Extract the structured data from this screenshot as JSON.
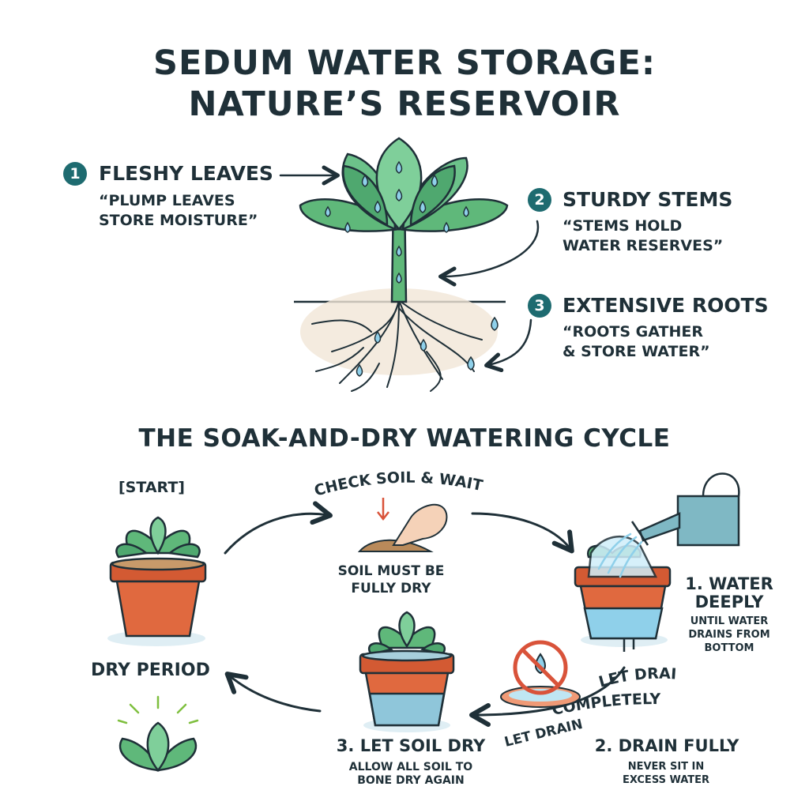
{
  "title": {
    "line1": "SEDUM WATER STORAGE:",
    "line2": "NATURE’S RESERVOIR"
  },
  "anatomy": {
    "items": [
      {
        "number": "1",
        "label": "FLESHY LEAVES",
        "quote": "“PLUMP LEAVES\nSTORE MOISTURE”"
      },
      {
        "number": "2",
        "label": "STURDY STEMS",
        "quote": "“STEMS HOLD\nWATER RESERVES”"
      },
      {
        "number": "3",
        "label": "EXTENSIVE ROOTS",
        "quote": "“ROOTS GATHER\n& STORE WATER”"
      }
    ]
  },
  "cycle": {
    "title": "THE SOAK-AND-DRY WATERING CYCLE",
    "start_label": "[START]",
    "check": {
      "title": "CHECK SOIL & WAIT",
      "note": "SOIL MUST BE\nFULLY DRY"
    },
    "water": {
      "title": "1. WATER\nDEEPLY",
      "note": "UNTIL WATER\nDRAINS FROM\nBOTTOM"
    },
    "drain": {
      "curve_text_1": "LET DRAIN",
      "curve_text_2": "COMPLETELY",
      "curve_text_3": "LET DRAIN",
      "title": "2. DRAIN FULLY",
      "note": "NEVER SIT IN\nEXCESS WATER"
    },
    "dry": {
      "title": "3. LET SOIL DRY",
      "note": "ALLOW ALL SOIL TO\nBONE DRY AGAIN"
    },
    "dry_period": "DRY PERIOD"
  },
  "colors": {
    "ink": "#1f3038",
    "badge": "#1e6b70",
    "leaf": "#5fb87a",
    "leaf_dark": "#2f7d52",
    "water": "#8fd0ea",
    "pot": "#e0693f",
    "pot_rim": "#d35a33",
    "warning": "#d9533a"
  },
  "icons": [
    "arrow-right-icon",
    "droplet-icon",
    "watering-can-icon",
    "hand-pointer-icon",
    "no-water-icon",
    "sparkle-icon"
  ]
}
